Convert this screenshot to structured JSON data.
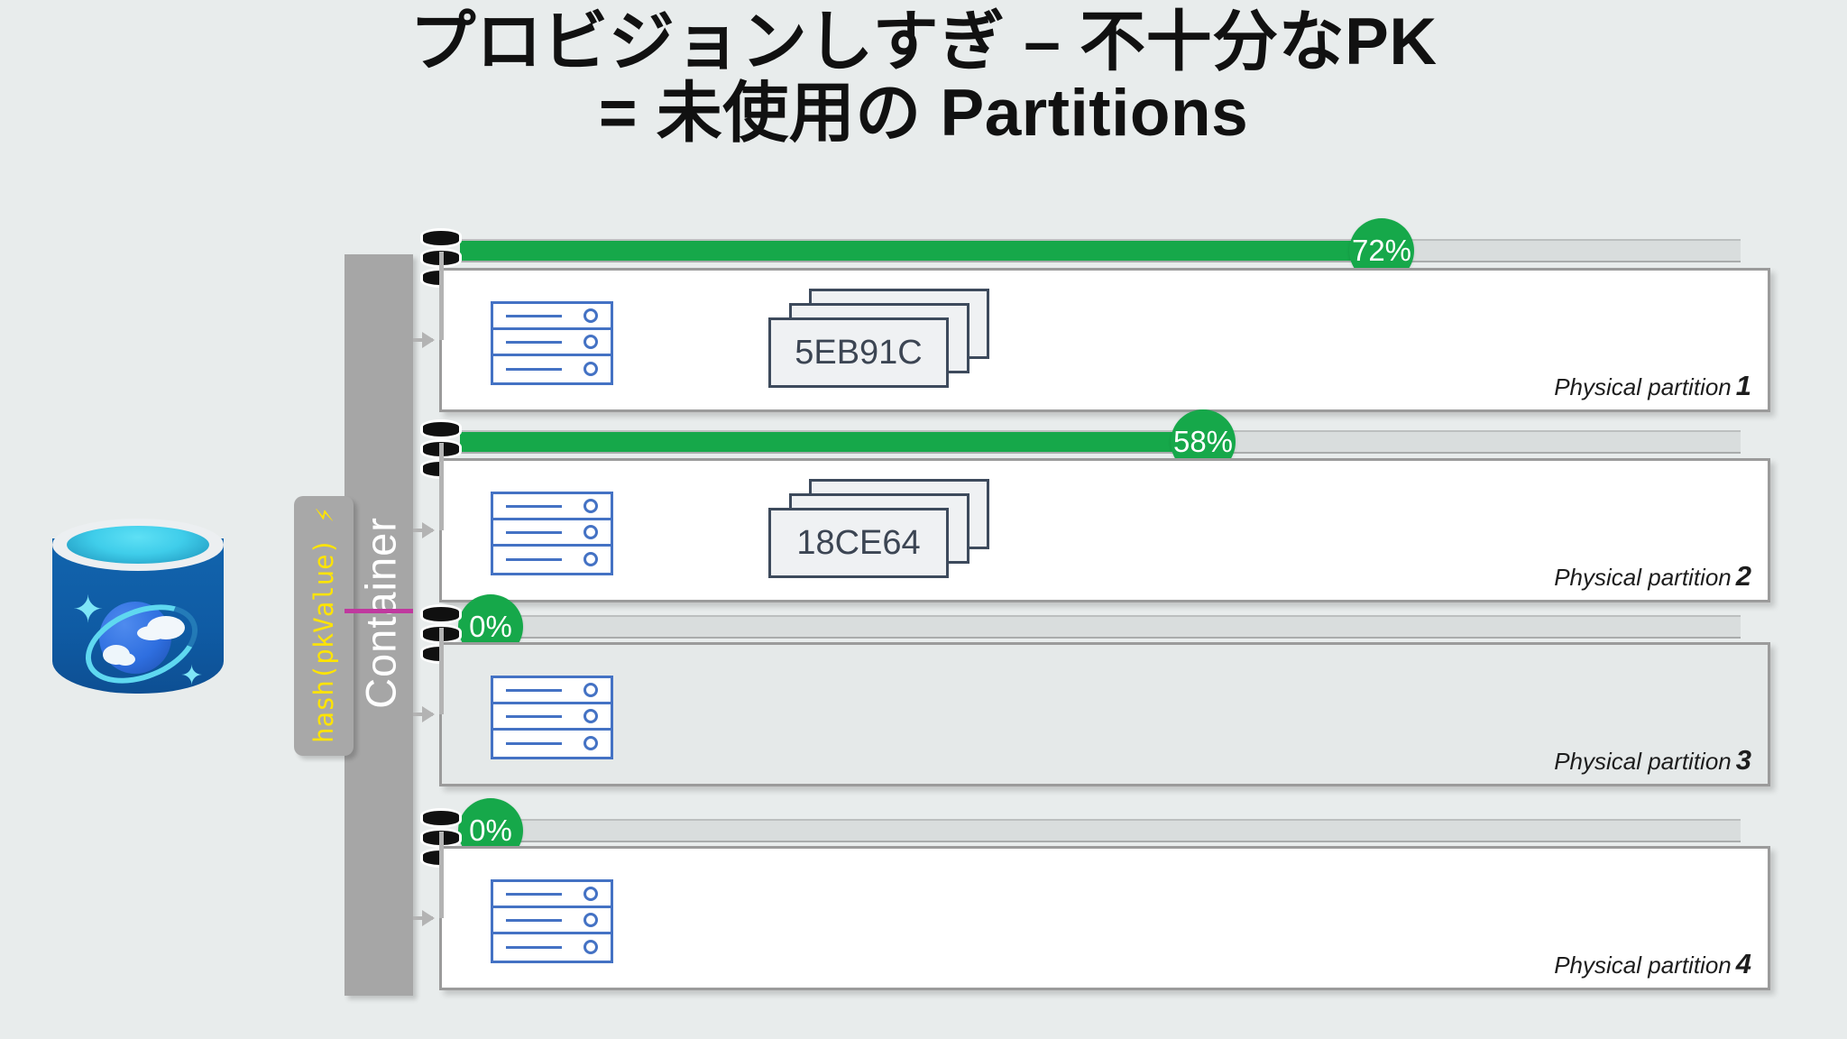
{
  "title": {
    "line1": "プロビジョンしすぎ – 不十分なPK",
    "line2": "= 未使用の Partitions"
  },
  "logo": {
    "name": "azure-cosmos-db-logo",
    "colors": {
      "cylinder": "#0f5ba4",
      "rim": "#eceff1",
      "accent": "#3fcdea"
    }
  },
  "container": {
    "label": "Container",
    "hash_label": "hash(pkValue) ⚡",
    "bar_color": "#a6a6a6",
    "hash_color": "#ffe400"
  },
  "accent": {
    "green": "#16a84a",
    "track": "#d9dddd",
    "rack_blue": "#4472c4",
    "card_border": "#3d4a5c",
    "magenta": "#c0399f"
  },
  "partitions": [
    {
      "label": "Physical partition",
      "number": "1",
      "percent_text": "72%",
      "percent": 72,
      "state": "filled",
      "doc_id": "5EB91C",
      "has_docs": true
    },
    {
      "label": "Physical partition",
      "number": "2",
      "percent_text": "58%",
      "percent": 58,
      "state": "filled",
      "doc_id": "18CE64",
      "has_docs": true
    },
    {
      "label": "Physical partition",
      "number": "3",
      "percent_text": "0%",
      "percent": 0,
      "state": "empty",
      "doc_id": "",
      "has_docs": false
    },
    {
      "label": "Physical partition",
      "number": "4",
      "percent_text": "0%",
      "percent": 0,
      "state": "filled",
      "doc_id": "",
      "has_docs": false
    }
  ]
}
